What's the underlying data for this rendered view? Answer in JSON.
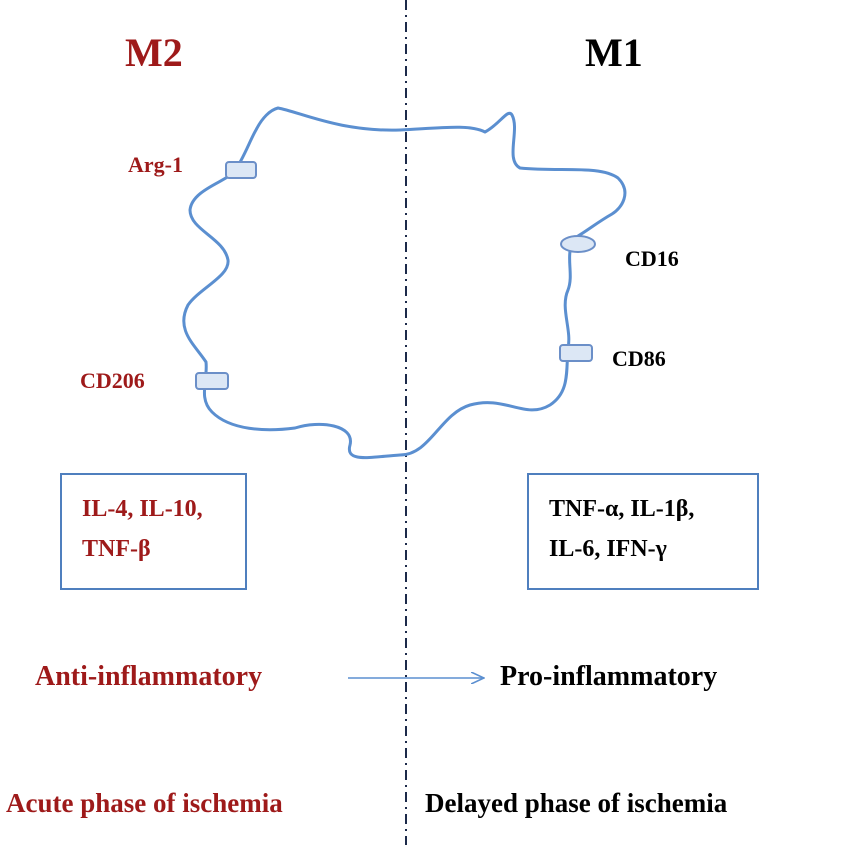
{
  "left": {
    "title": "M2",
    "markers": [
      "Arg-1",
      "CD206"
    ],
    "cytokines": [
      "IL-4, IL-10,",
      "TNF-β"
    ],
    "state": "Anti-inflammatory",
    "phase": "Acute phase of ischemia"
  },
  "right": {
    "title": "M1",
    "markers": [
      "CD16",
      "CD86"
    ],
    "cytokines": [
      "TNF-α, IL-1β,",
      "IL-6, IFN-γ"
    ],
    "state": "Pro-inflammatory",
    "phase": "Delayed phase of ischemia"
  },
  "colors": {
    "m2_text": "#9e1a1a",
    "m1_text": "#000000",
    "membrane": "#5b8fd0",
    "box_border": "#4f7fbe",
    "divider": "#1c2a4a"
  }
}
